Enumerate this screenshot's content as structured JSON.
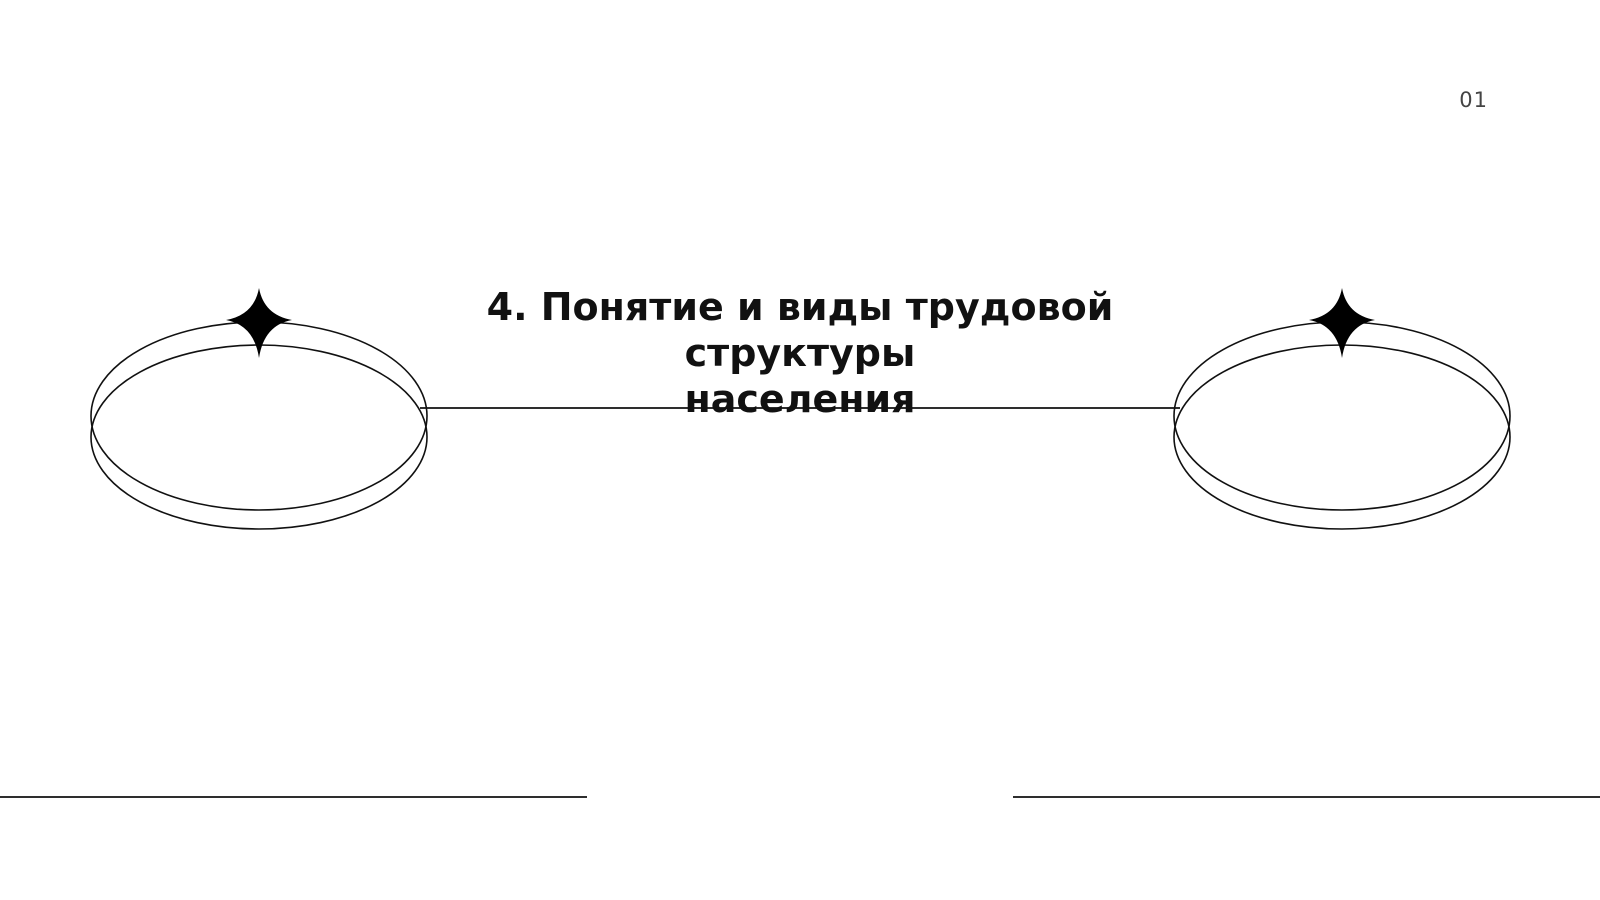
{
  "slide": {
    "page_number": "01",
    "title_line1": "4. Понятие и виды трудовой структуры",
    "title_line2": "населения"
  },
  "colors": {
    "background": "#ffffff",
    "stroke": "#111111",
    "page_number": "#444444"
  },
  "icons": {
    "left_ornament": "ellipse-ring-with-sparkle",
    "right_ornament": "ellipse-ring-with-sparkle",
    "sparkle": "four-point-star"
  }
}
